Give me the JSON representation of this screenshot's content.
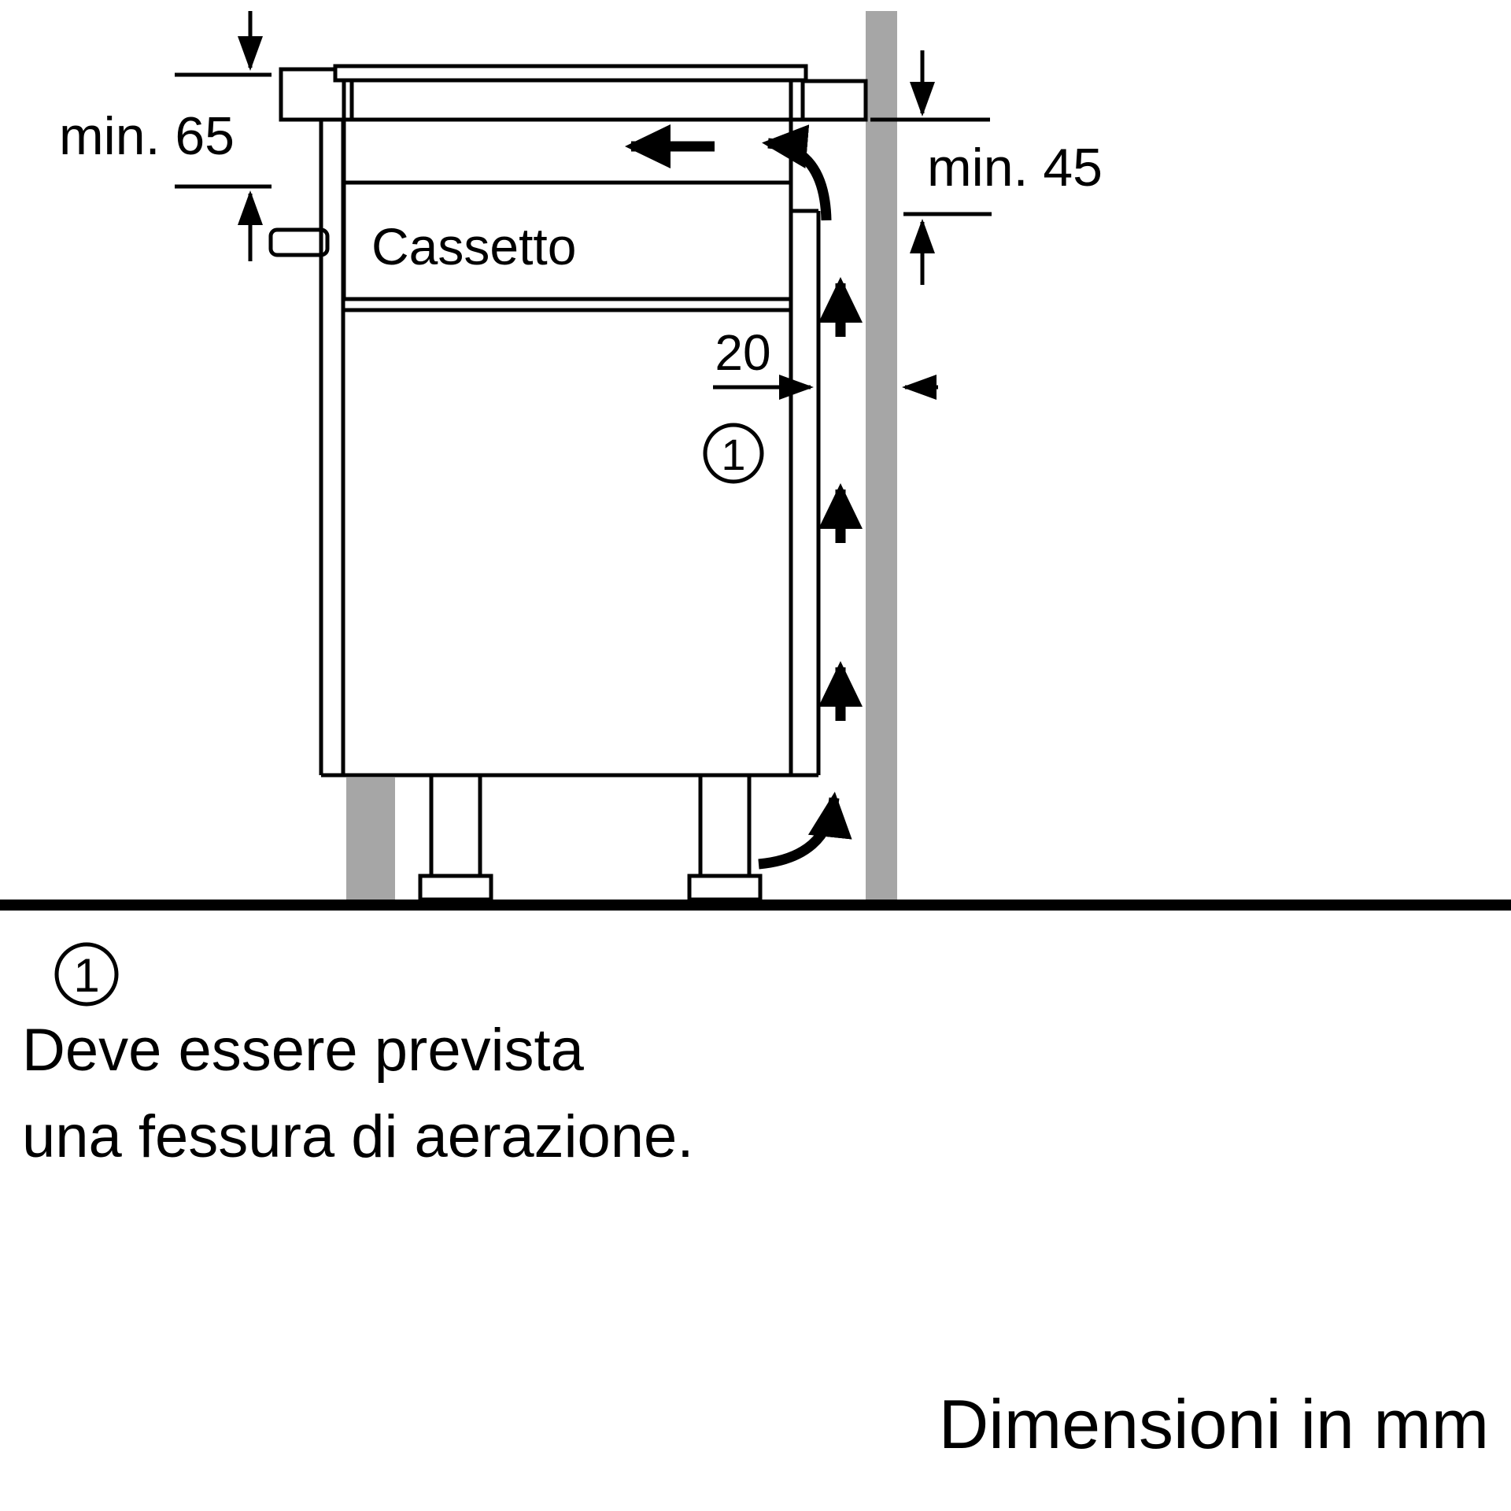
{
  "diagram": {
    "dim_min_left": "min. 65",
    "dim_min_right": "min. 45",
    "dim_gap": "20",
    "drawer_label": "Cassetto",
    "callout": "1"
  },
  "legend": {
    "callout": "1",
    "line1": "Deve essere prevista",
    "line2": "una fessura di aerazione."
  },
  "footer": {
    "units_note": "Dimensioni in mm"
  },
  "colors": {
    "surface_gray": "#d8d8d8",
    "wall_gray": "#a6a6a6",
    "outline": "#000000",
    "background": "#ffffff"
  }
}
